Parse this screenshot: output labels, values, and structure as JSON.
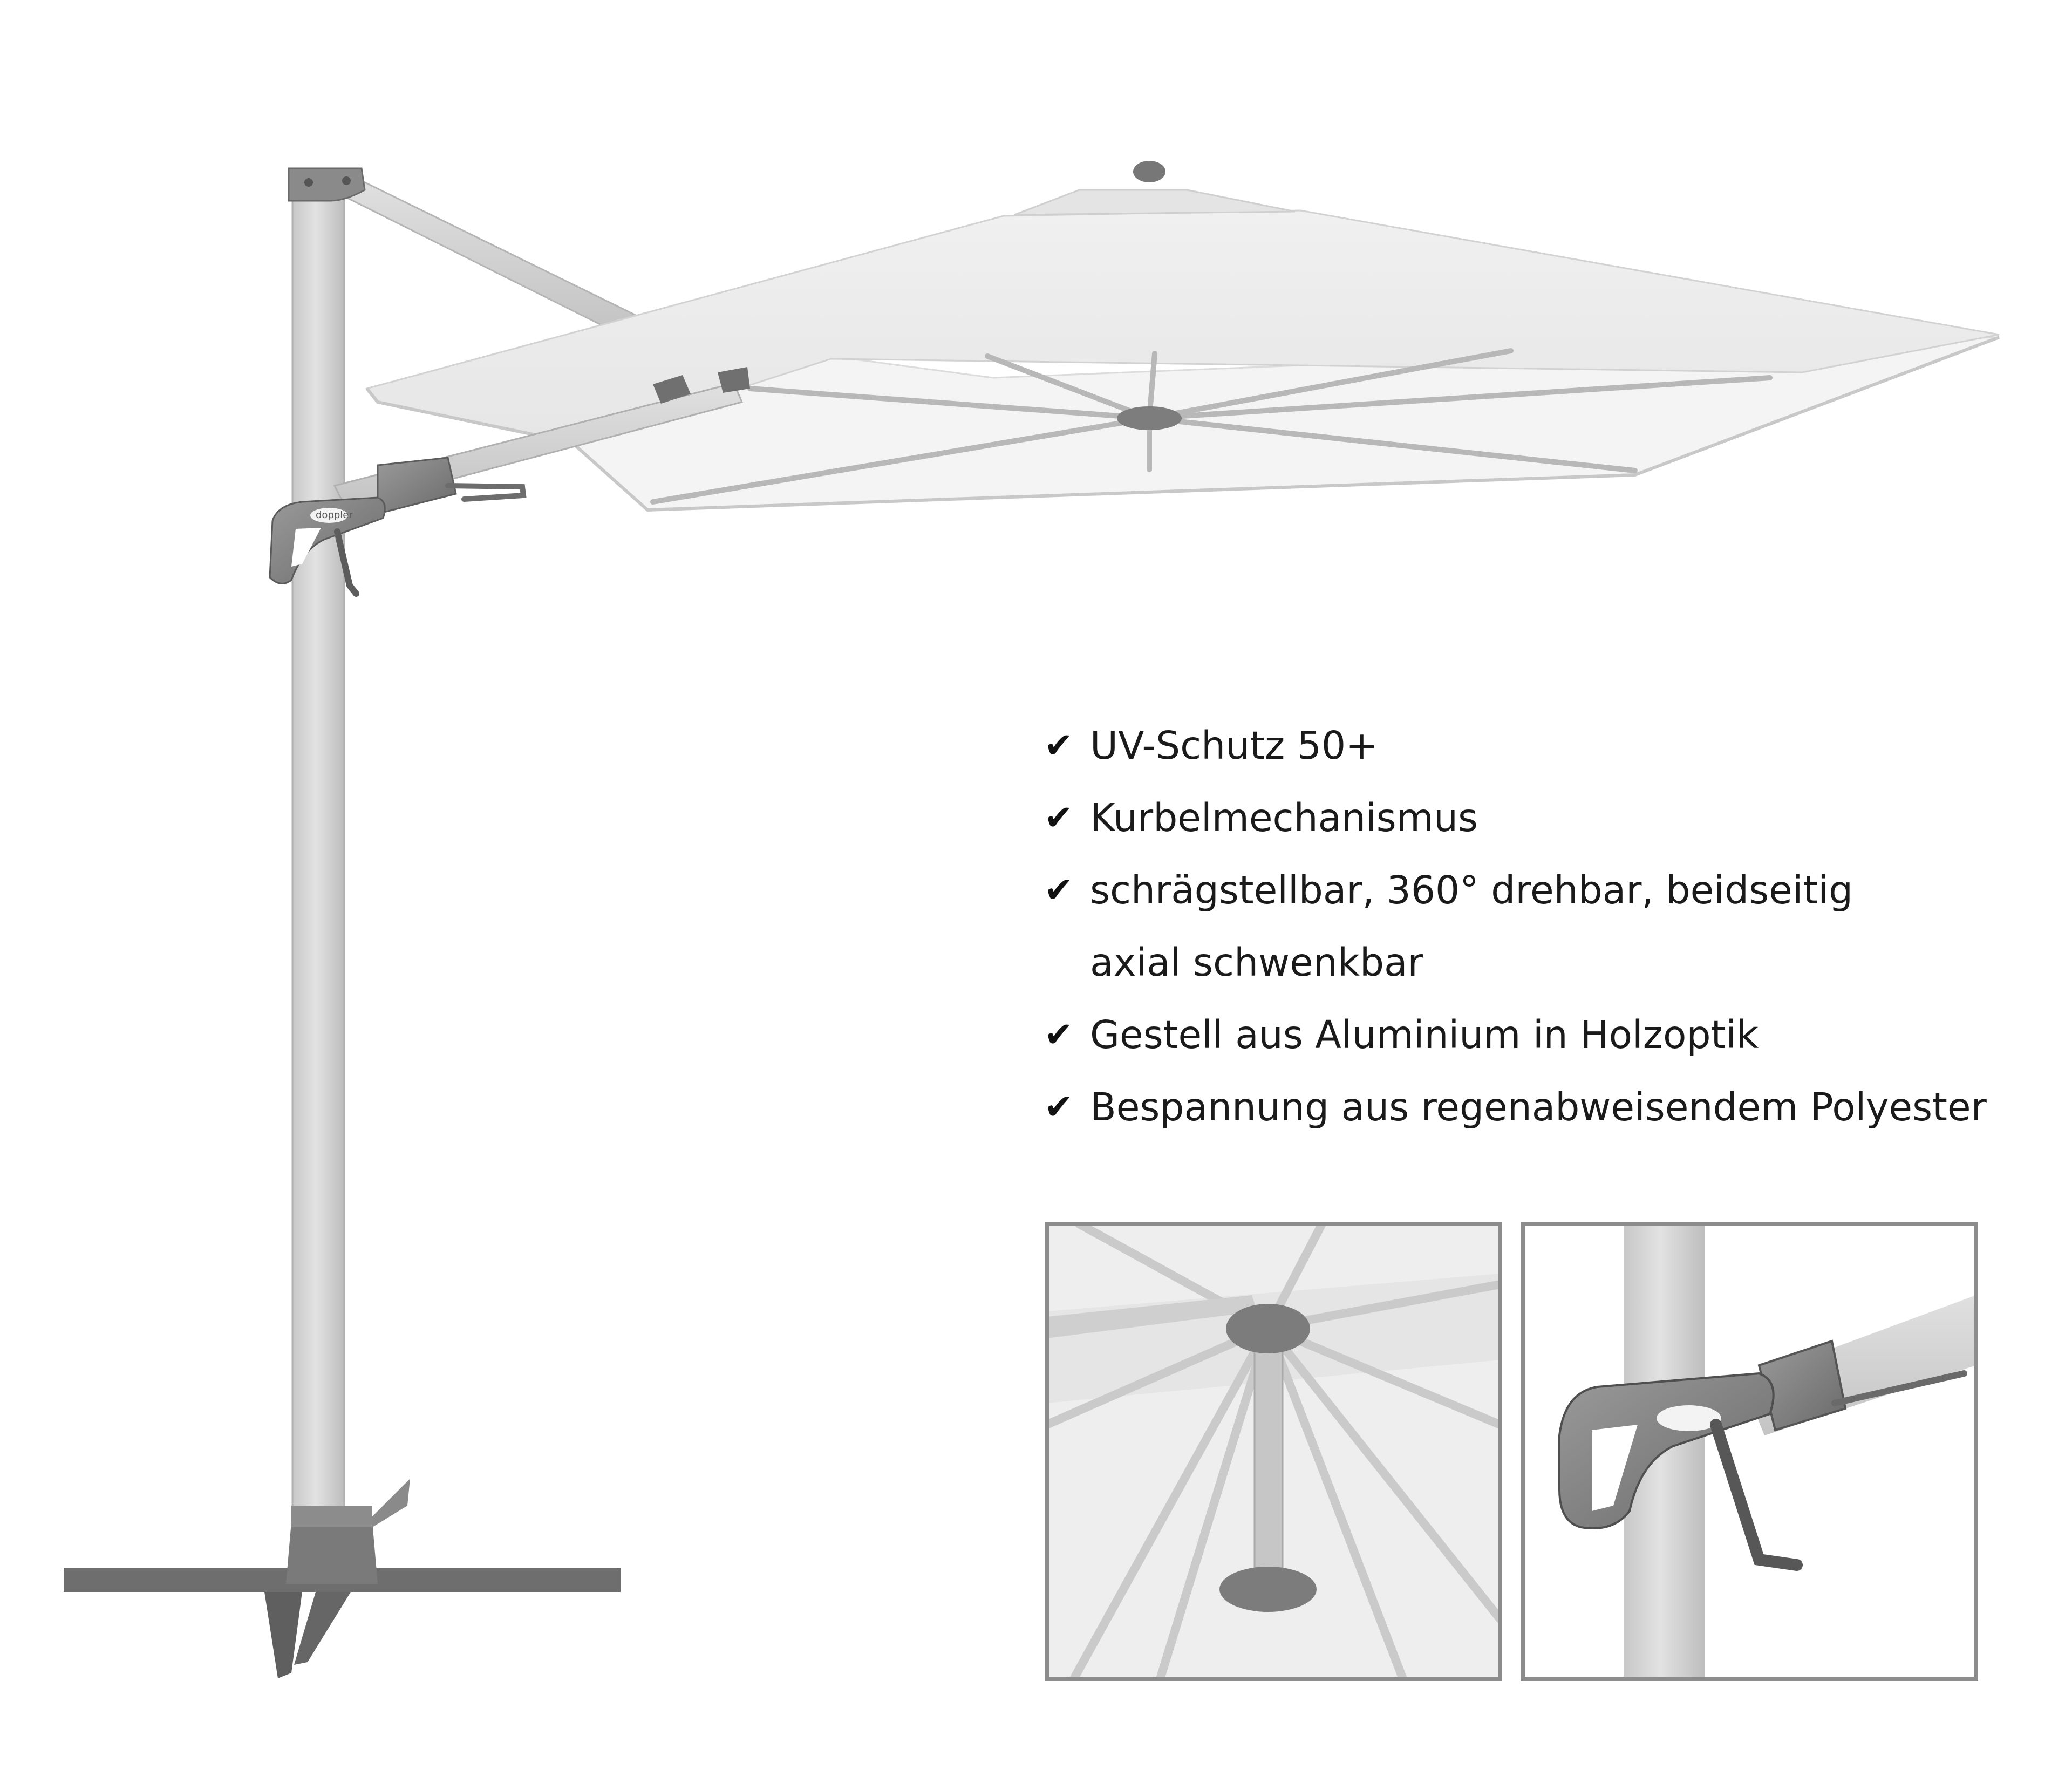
{
  "features": [
    {
      "text": "UV-Schutz 50+",
      "checked": true
    },
    {
      "text": "Kurbelmechanismus",
      "checked": true
    },
    {
      "text": "schrägstellbar, 360° drehbar, beidseitig",
      "checked": true
    },
    {
      "text": "axial schwenkbar",
      "checked": false
    },
    {
      "text": "Gestell aus Aluminium in Holzoptik",
      "checked": true
    },
    {
      "text": "Bespannung aus regenabweisendem Polyester",
      "checked": true
    }
  ],
  "check_glyph": "✔",
  "brand_label": "doppler",
  "colors": {
    "canopy": "#ebebeb",
    "canopy_under": "#f3f3f3",
    "pole": "#d6d6d6",
    "hardware": "#808080",
    "base": "#707070",
    "frame_border": "#8c8c8c"
  }
}
